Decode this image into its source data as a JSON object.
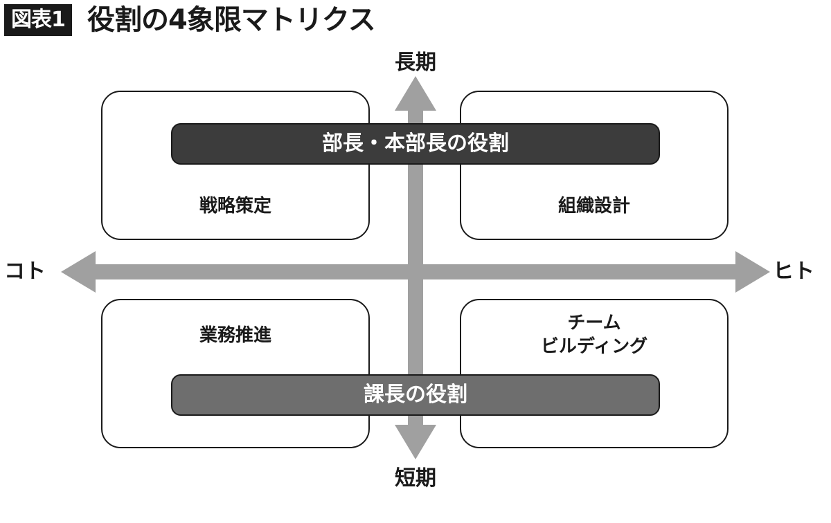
{
  "figure": {
    "badge": "図表1",
    "title": "役割の4象限マトリクス"
  },
  "axes": {
    "top": "長期",
    "bottom": "短期",
    "left": "コト",
    "right": "ヒト",
    "arrow_color": "#a0a0a0"
  },
  "quadrants": {
    "top_left": "戦略策定",
    "top_right": "組織設計",
    "bottom_left": "業務推進",
    "bottom_right_lines": [
      "チーム",
      "ビルディング"
    ]
  },
  "roles": {
    "upper": "部長・本部長の役割",
    "lower": "課長の役割",
    "upper_color": "#3c3c3c",
    "lower_color": "#6e6e6e"
  }
}
